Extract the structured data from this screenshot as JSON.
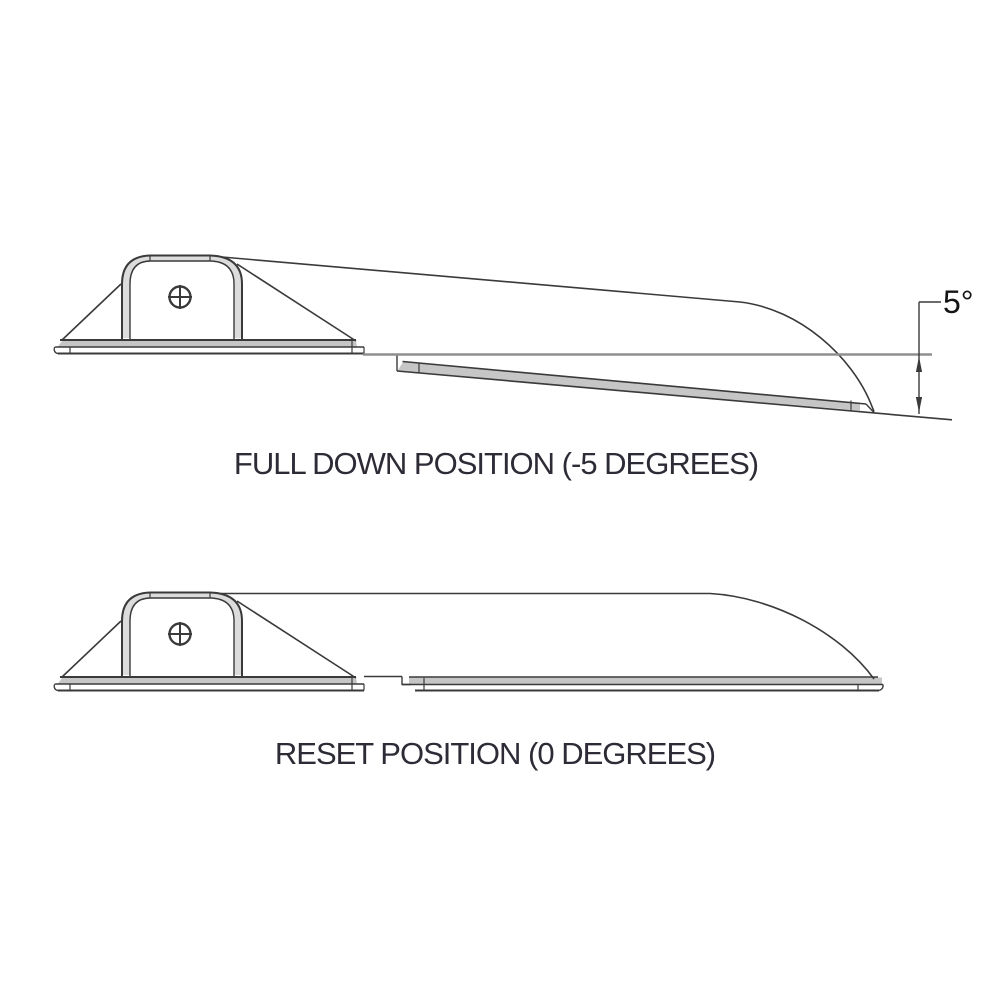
{
  "drawing": {
    "captions": {
      "full_down": "FULL DOWN POSITION (-5 DEGREES)",
      "reset": "RESET POSITION (0 DEGREES)"
    },
    "dimension": {
      "angle_label": "5°",
      "angle_value_degrees": 5
    },
    "views": {
      "top_view_name": "full-down-position-view",
      "bottom_view_name": "reset-position-view"
    },
    "icons": {
      "screw": "phillips-screw-head-icon"
    },
    "colors": {
      "line": "#3a3a3a",
      "band_gray": "#c6c6c6",
      "band_light": "#dcdcdc",
      "ref_line": "#8f8f8f",
      "caption_text": "#2e2b36",
      "dim_text": "#141414",
      "background": "#ffffff"
    }
  }
}
